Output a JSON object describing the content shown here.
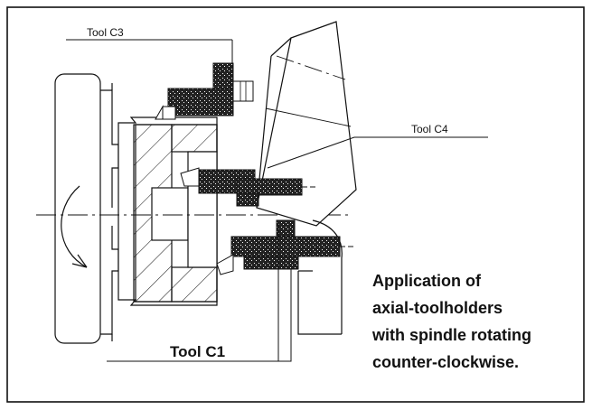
{
  "labels": {
    "tool_c3": "Tool C3",
    "tool_c4": "Tool C4",
    "tool_c1": "Tool C1"
  },
  "caption": {
    "line1": "Application of",
    "line2": "axial-toolholders",
    "line3": "with spindle rotating",
    "line4": "counter-clockwise."
  },
  "colors": {
    "ink": "#111111",
    "background": "#ffffff"
  }
}
